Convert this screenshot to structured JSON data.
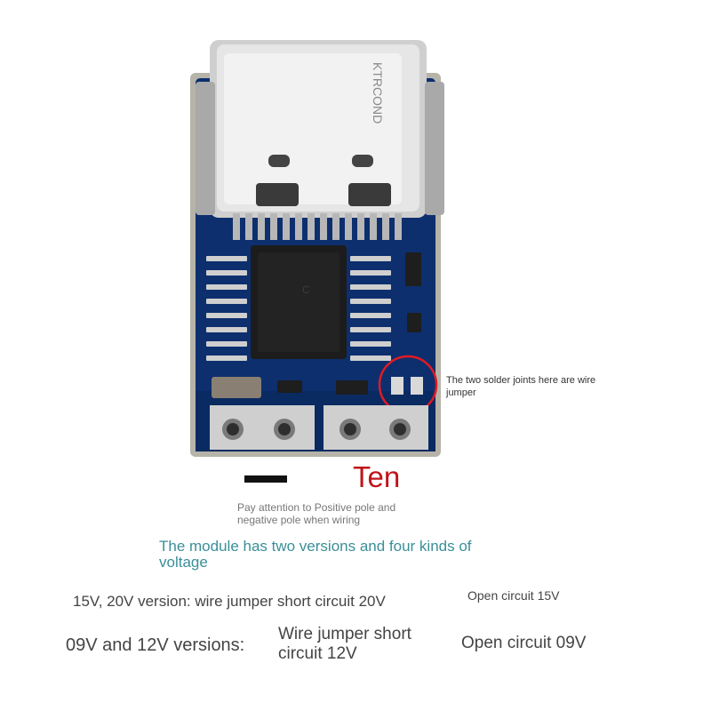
{
  "annotation": "The two solder joints here are wire jumper",
  "minus_label": "",
  "ten_label": "Ten",
  "pay_attention": "Pay attention to Positive pole and negative pole when wiring",
  "module_text": "The module has two versions and four kinds of voltage",
  "line_15v": "15V, 20V version: wire jumper short circuit 20V",
  "open_15v": "Open circuit 15V",
  "line_09v": "09V and 12V versions:",
  "wire_12v": "Wire jumper short circuit 12V",
  "open_09v": "Open circuit 09V",
  "colors": {
    "pcb": "#0d2f6e",
    "silkscreen": "#ffffff",
    "connector": "#c9c9c9",
    "highlight_circle": "#e01b24",
    "ten_text": "#c0141b",
    "module_text": "#3a8f98"
  },
  "labels_on_connector": "KTRCOND"
}
